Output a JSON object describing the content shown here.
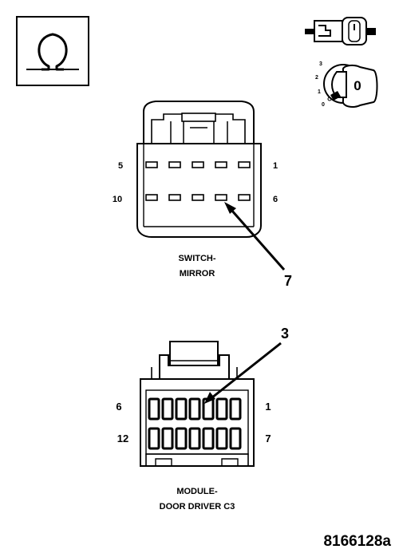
{
  "ohmmeter_icon": {
    "symbol": "ohm-icon"
  },
  "ignition_icon": {
    "switch": "ignition-switch-icon",
    "key": "ignition-key-icon",
    "positions": [
      "3",
      "2",
      "1",
      "0"
    ],
    "key_label": "0"
  },
  "mirror_switch": {
    "pins": {
      "top_left": "5",
      "top_right": "1",
      "bottom_left": "10",
      "bottom_right": "6"
    },
    "callout": "7",
    "label_line1": "SWITCH-",
    "label_line2": "MIRROR"
  },
  "door_module": {
    "pins": {
      "top_left": "6",
      "top_right": "1",
      "bottom_left": "12",
      "bottom_right": "7"
    },
    "callout": "3",
    "label_line1": "MODULE-",
    "label_line2": "DOOR DRIVER C3"
  },
  "figure_id": "8166128a"
}
